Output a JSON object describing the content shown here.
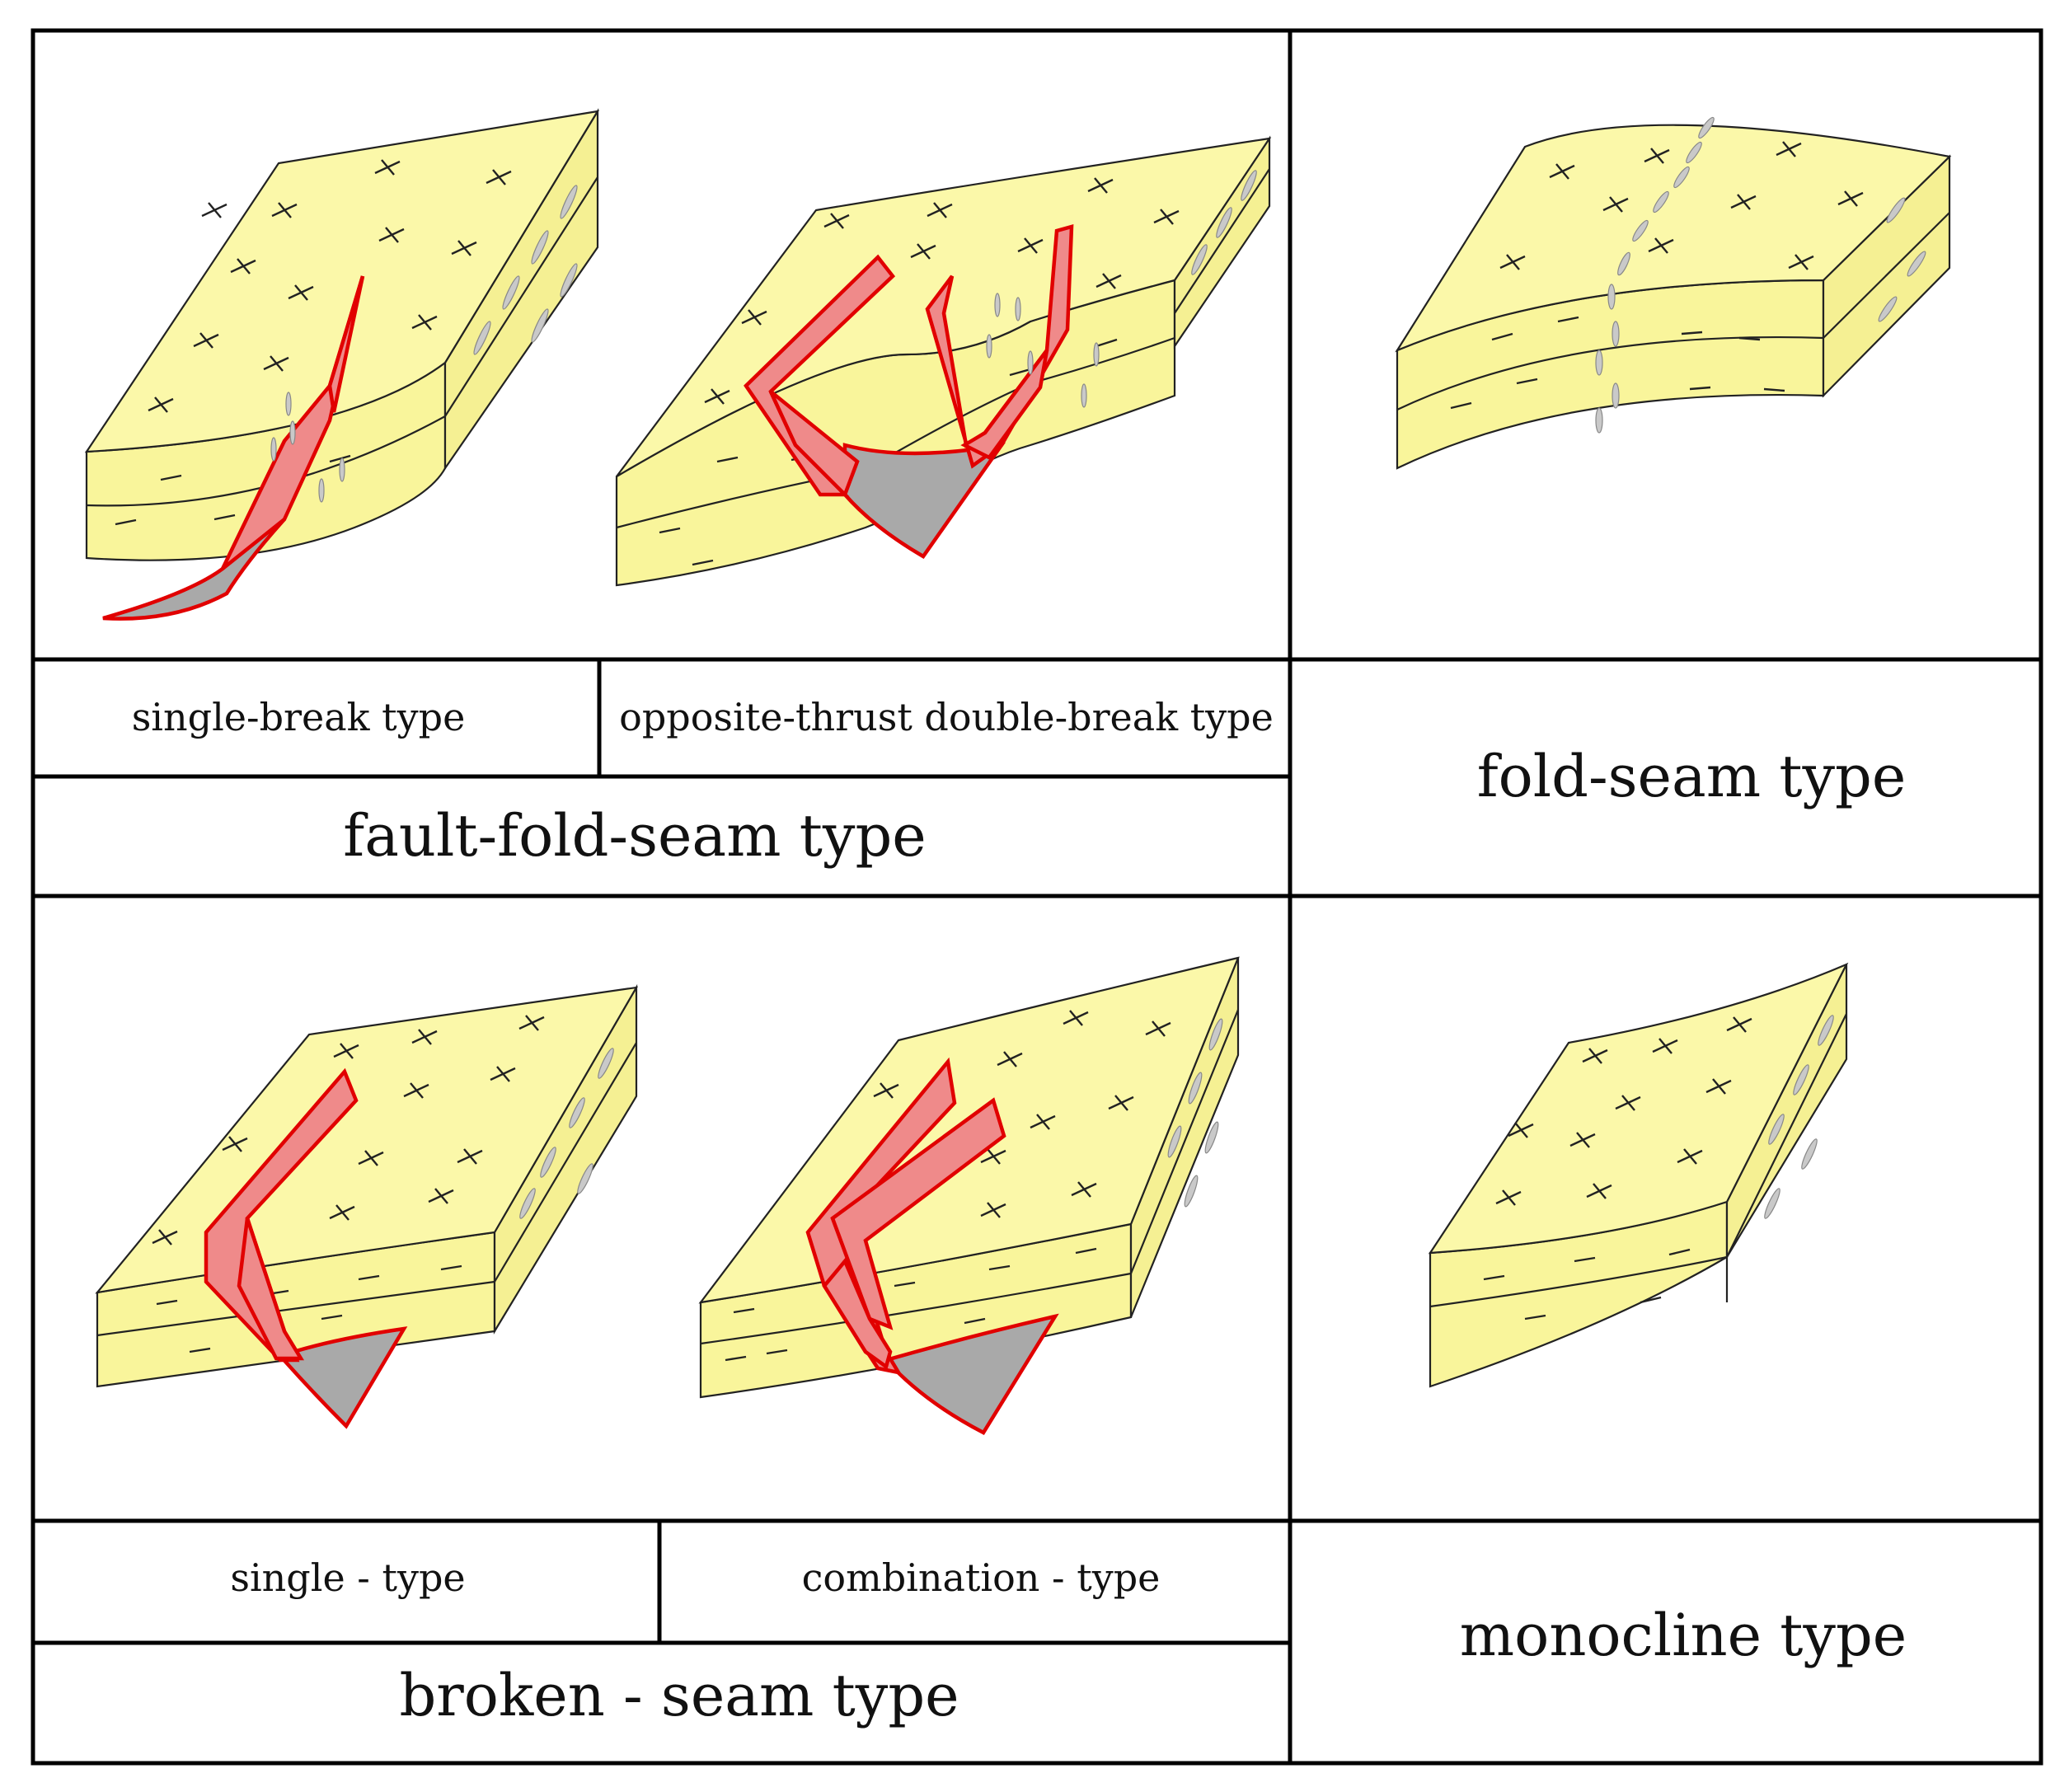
{
  "labels": {
    "single_break": "single-break type",
    "opposite_thrust": "opposite-thrust double-break type",
    "fault_fold_seam": "fault-fold-seam type",
    "fold_seam": "fold-seam type",
    "single_type": "single - type",
    "combination_type": "combination - type",
    "broken_seam": "broken - seam type",
    "monocline": "monocline type"
  },
  "colors": {
    "strata": "#fbf8a9",
    "fault_zone": "#ef8a8a",
    "fault_plane": "#a9a9a9",
    "fault_outline": "#e10000",
    "frame": "#000000"
  }
}
